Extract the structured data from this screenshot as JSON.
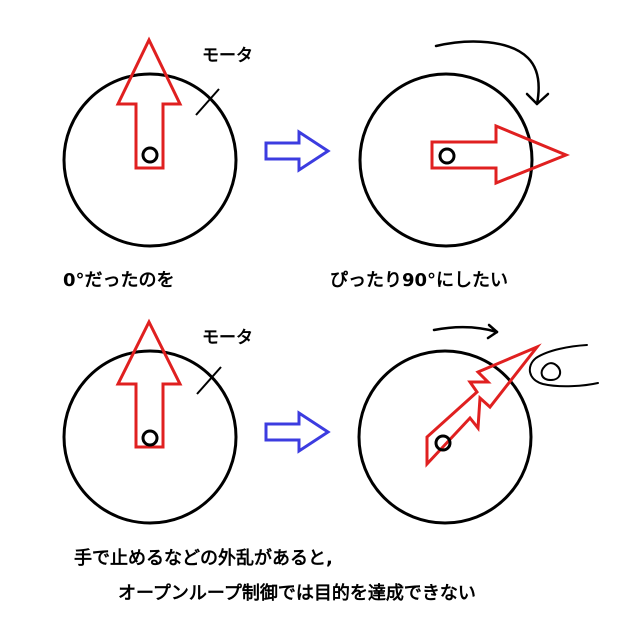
{
  "colors": {
    "line": "#000000",
    "arrow": "#e02020",
    "transition": "#3c3ce0",
    "background": "#ffffff"
  },
  "top_row": {
    "motor_label": "モータ",
    "caption_before": "0°だったのを",
    "caption_after": "ぴったり90°にしたい"
  },
  "bottom_row": {
    "motor_label": "モータ",
    "note_line1": "手で止めるなどの外乱があると,",
    "note_line2": "オープンループ制御では目的を達成できない"
  }
}
